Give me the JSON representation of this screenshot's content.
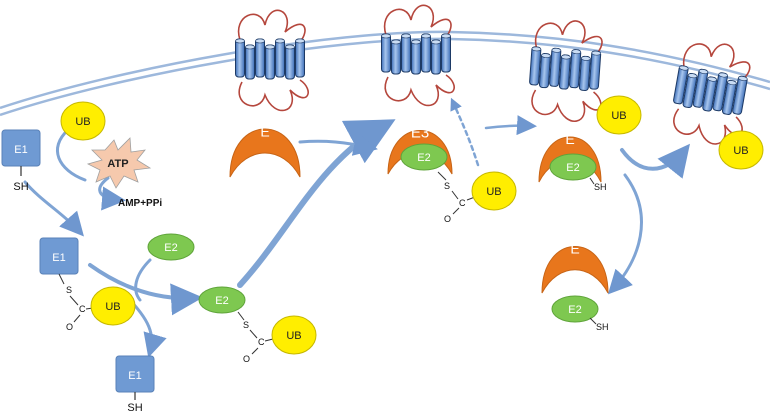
{
  "labels": {
    "e1": "E1",
    "e2": "E2",
    "e3": "E3",
    "e": "E",
    "ub": "UB",
    "sh": "SH",
    "s": "S",
    "c": "C",
    "o": "O",
    "atp": "ATP",
    "amp": "AMP+PPi"
  },
  "colors": {
    "membrane": "#8fb0d6",
    "e1_box": "#6f9ad3",
    "e2_oval": "#7ec850",
    "ub_oval": "#ffee00",
    "e_cap": "#e8761c",
    "atp_star": "#f6c9ad",
    "arrow": "#7fa4d4",
    "loop": "#b5473d",
    "helix": "#5b8fd6"
  }
}
